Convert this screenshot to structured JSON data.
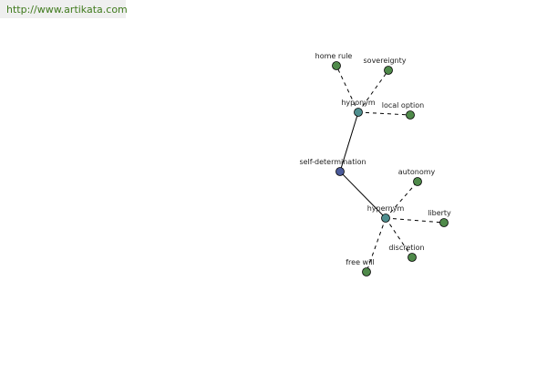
{
  "header": {
    "url": "http://www.artikata.com"
  },
  "colors": {
    "background": "#ffffff",
    "banner_background": "#efefef",
    "banner_text": "#3f7a1c",
    "edge": "#000000",
    "leaf_node": "#4f8a4a",
    "relation_node": "#4f8f8f",
    "root_node": "#4a5a9a",
    "node_outline": "#000000"
  },
  "graph": {
    "nodes": [
      {
        "id": "self-determination",
        "label": "self-determination",
        "kind": "root"
      },
      {
        "id": "hyponym",
        "label": "hyponym",
        "kind": "relation"
      },
      {
        "id": "hypernym",
        "label": "hypernym",
        "kind": "relation"
      },
      {
        "id": "home-rule",
        "label": "home rule",
        "kind": "leaf"
      },
      {
        "id": "sovereignty",
        "label": "sovereignty",
        "kind": "leaf"
      },
      {
        "id": "local-option",
        "label": "local option",
        "kind": "leaf"
      },
      {
        "id": "autonomy",
        "label": "autonomy",
        "kind": "leaf"
      },
      {
        "id": "liberty",
        "label": "liberty",
        "kind": "leaf"
      },
      {
        "id": "discretion",
        "label": "discretion",
        "kind": "leaf"
      },
      {
        "id": "free-will",
        "label": "free will",
        "kind": "leaf"
      }
    ],
    "edges": [
      {
        "from": "self-determination",
        "to": "hyponym",
        "style": "solid"
      },
      {
        "from": "self-determination",
        "to": "hypernym",
        "style": "solid"
      },
      {
        "from": "hyponym",
        "to": "home-rule",
        "style": "dashed"
      },
      {
        "from": "hyponym",
        "to": "sovereignty",
        "style": "dashed"
      },
      {
        "from": "hyponym",
        "to": "local-option",
        "style": "dashed"
      },
      {
        "from": "hypernym",
        "to": "autonomy",
        "style": "dashed"
      },
      {
        "from": "hypernym",
        "to": "liberty",
        "style": "dashed"
      },
      {
        "from": "hypernym",
        "to": "discretion",
        "style": "dashed"
      },
      {
        "from": "hypernym",
        "to": "free-will",
        "style": "dashed"
      }
    ]
  }
}
